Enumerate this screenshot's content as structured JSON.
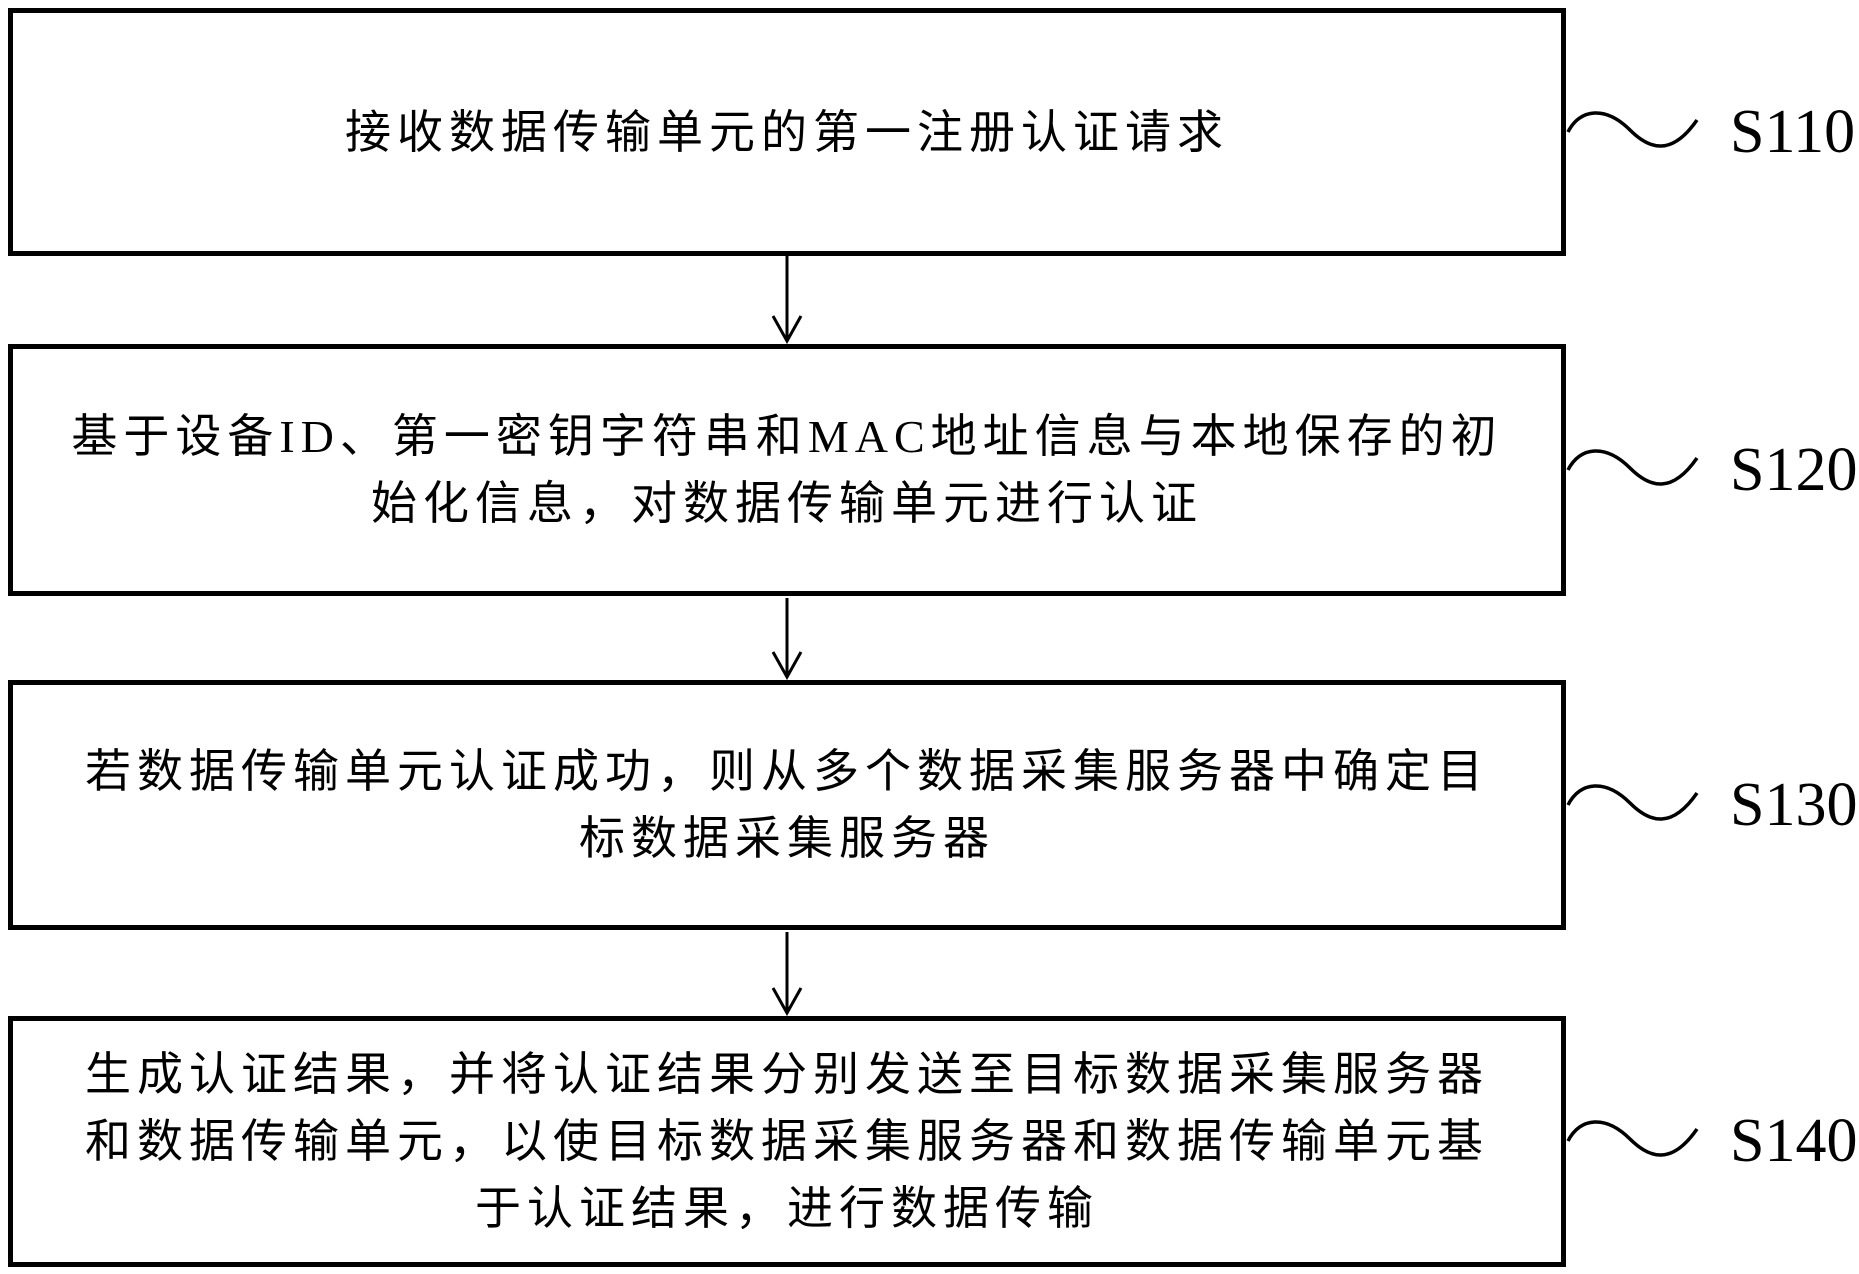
{
  "colors": {
    "stroke": "#000000",
    "background": "#ffffff"
  },
  "flowchart": {
    "steps": [
      {
        "label": "S110",
        "lines": [
          "接收数据传输单元的第一注册认证请求"
        ]
      },
      {
        "label": "S120",
        "lines": [
          "基于设备ID、第一密钥字符串和MAC地址信息与本地保存的初",
          "始化信息，对数据传输单元进行认证"
        ]
      },
      {
        "label": "S130",
        "lines": [
          "若数据传输单元认证成功，则从多个数据采集服务器中确定目",
          "标数据采集服务器"
        ]
      },
      {
        "label": "S140",
        "lines": [
          "生成认证结果，并将认证结果分别发送至目标数据采集服务器",
          "和数据传输单元，以使目标数据采集服务器和数据传输单元基",
          "于认证结果，进行数据传输"
        ]
      }
    ]
  }
}
